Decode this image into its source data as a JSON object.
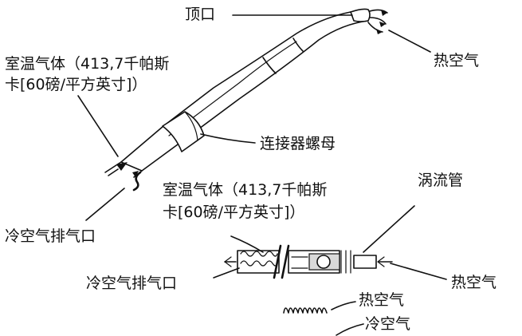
{
  "labels": {
    "top_port": "顶口",
    "hot_air_top": "热空气",
    "room_temp_gas_1_line1": "室温气体（413,7千帕斯",
    "room_temp_gas_1_line2": "卡[60磅/平方英寸]）",
    "connector_nut": "连接器螺母",
    "vortex_tube": "涡流管",
    "room_temp_gas_2_line1": "室温气体（413,7千帕斯",
    "room_temp_gas_2_line2": "卡[60磅/平方英寸]）",
    "cold_air_exhaust_left": "冷空气排气口",
    "cold_air_exhaust_mid": "冷空气排气口",
    "hot_air_right": "热空气",
    "legend_hot_air": "热空气",
    "legend_cold_air": "冷空气"
  },
  "colors": {
    "ink": "#111111",
    "background": "#ffffff",
    "shade": "#d9d9d9"
  }
}
